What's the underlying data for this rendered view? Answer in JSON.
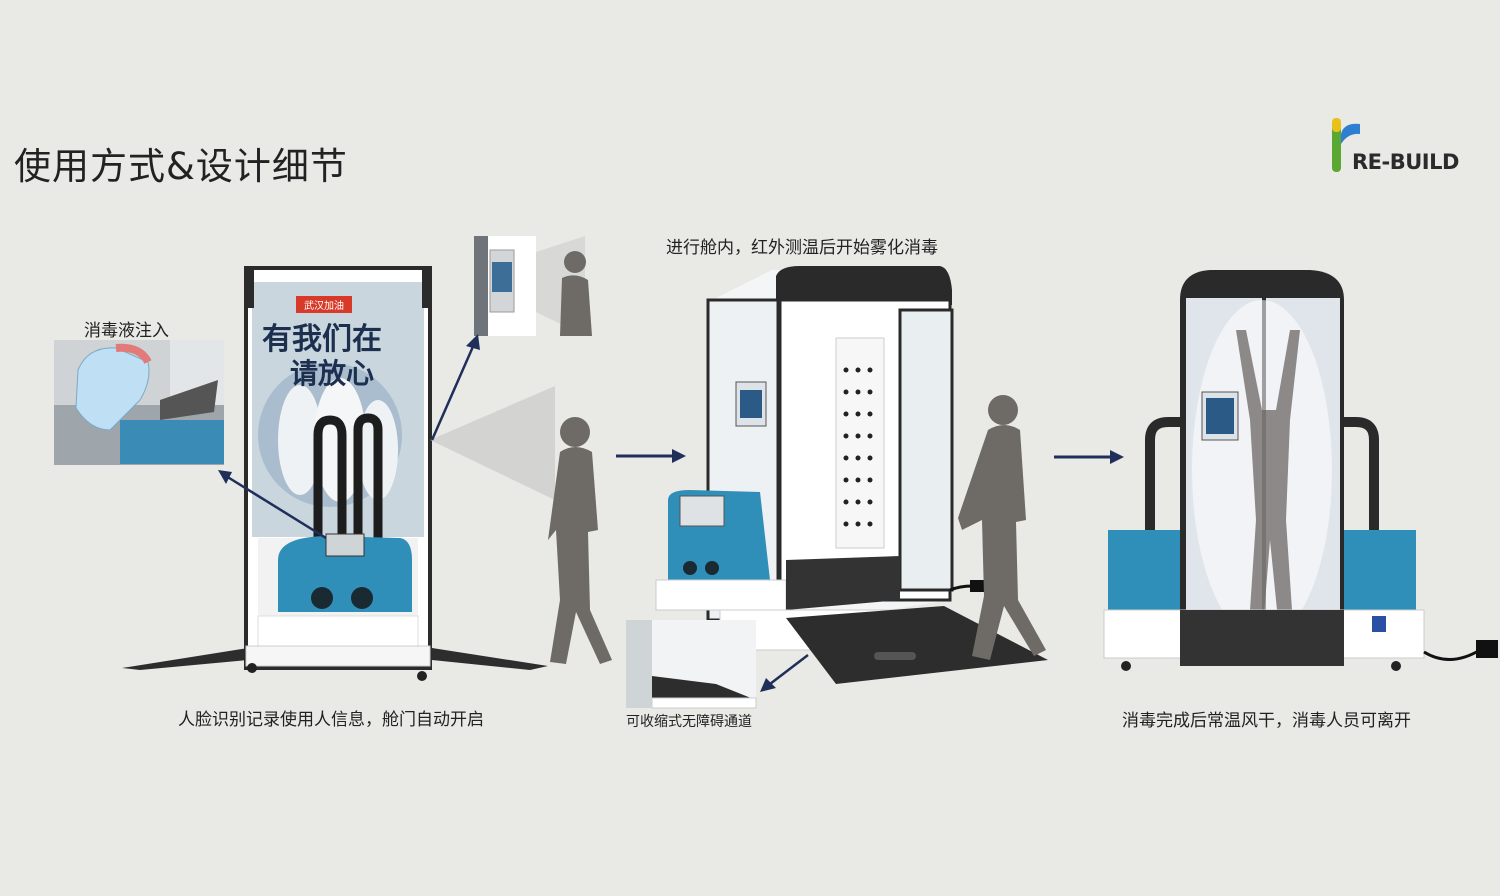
{
  "page": {
    "title": "使用方式&设计细节",
    "logo_text": "RE-BUILD"
  },
  "poster": {
    "banner": "武汉加油",
    "slogan_line1": "有我们在",
    "slogan_line2": "请放心"
  },
  "captions": {
    "inject": "消毒液注入",
    "face": "人脸识别记录使用人信息，舱门自动开启",
    "enter": "进行舱内，红外测温后开始雾化消毒",
    "ramp": "可收缩式无障碍通道",
    "finish": "消毒完成后常温风干，消毒人员可离开"
  },
  "colors": {
    "background": "#e9e9e6",
    "tank_blue": "#2f8fb8",
    "frame_dark": "#2a2a2a",
    "arrow_navy": "#1f2f5a",
    "logo_green": "#5aa832",
    "logo_blue": "#2f7fd0",
    "logo_yellow": "#e8c21a"
  }
}
